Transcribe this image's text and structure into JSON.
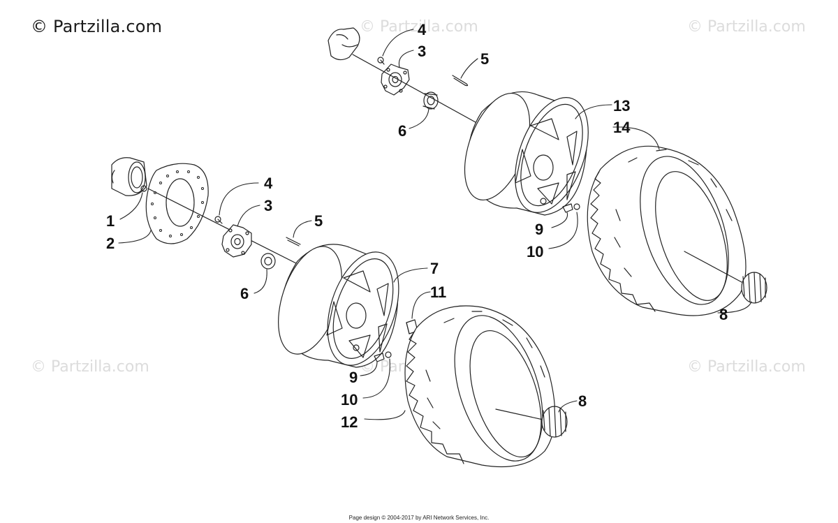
{
  "header": {
    "brand": "© Partzilla.com"
  },
  "watermarks": [
    "© Partzilla.com",
    "© Partzilla.com",
    "© Partzilla.com",
    "© Partzilla.com",
    "© Partzilla.com"
  ],
  "footer": {
    "text": "Page design © 2004-2017 by ARI Network Services, Inc."
  },
  "callouts": {
    "rear_hub_assembly": {
      "bolt": "4",
      "hub": "3",
      "cotter_pin": "5",
      "castle_nut": "6"
    },
    "rear_wheel": {
      "rim": "13",
      "tire": "14",
      "valve_stem": "9",
      "valve_cap": "10",
      "hub_cap": "8"
    },
    "front_brake_hub_assembly": {
      "bearing": "1",
      "brake_disc": "2",
      "bolt": "4",
      "hub": "3",
      "cotter_pin": "5",
      "castle_nut": "6"
    },
    "front_wheel": {
      "rim": "7",
      "lug_nut": "11",
      "valve_stem": "9",
      "valve_cap": "10",
      "tire": "12",
      "hub_cap": "8"
    }
  },
  "colors": {
    "line": "#222222",
    "watermark": "#dcdcdc",
    "background": "#ffffff"
  }
}
